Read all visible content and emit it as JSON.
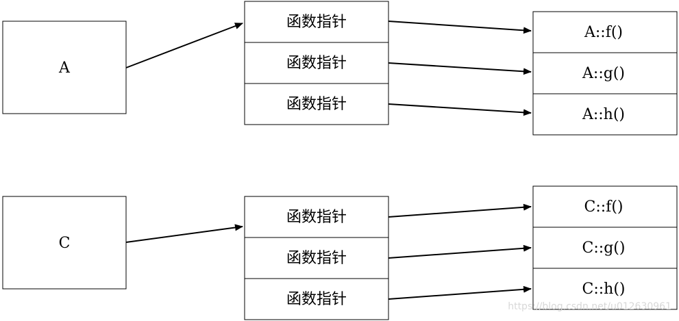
{
  "diagram": {
    "objects": [
      {
        "label": "A",
        "vtable": [
          "函数指针",
          "函数指针",
          "函数指针"
        ],
        "methods": [
          "A::f()",
          "A::g()",
          "A::h()"
        ]
      },
      {
        "label": "C",
        "vtable": [
          "函数指针",
          "函数指针",
          "函数指针"
        ],
        "methods": [
          "C::f()",
          "C::g()",
          "C::h()"
        ]
      }
    ]
  },
  "watermark": "https://blog.csdn.net/u012630961",
  "colors": {
    "line": "#000000",
    "background": "#ffffff",
    "watermark": "#d8d8d8"
  }
}
